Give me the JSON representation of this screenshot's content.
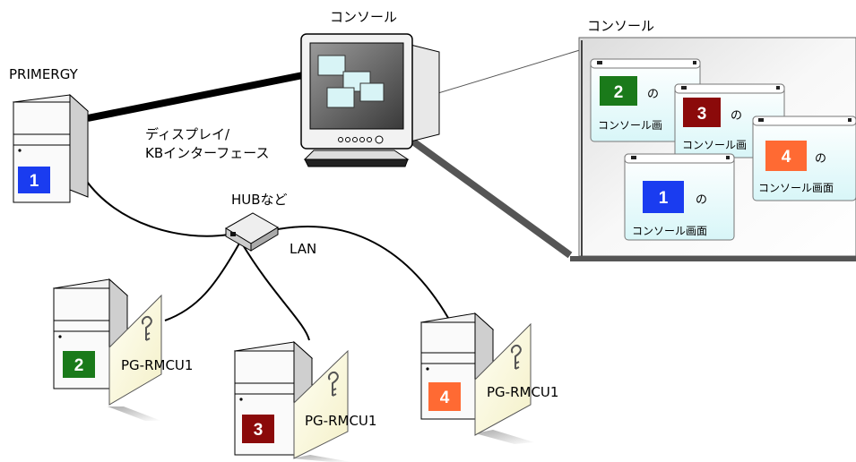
{
  "labels": {
    "primergy": "PRIMERGY",
    "console_top": "コンソール",
    "console_panel": "コンソール",
    "display_kb_line1": "ディスプレイ/",
    "display_kb_line2": "KBインターフェース",
    "hub": "HUBなど",
    "lan": "LAN",
    "card": "PG-RMCU1"
  },
  "servers": [
    {
      "number": "1",
      "color": "#1a3cf0"
    },
    {
      "number": "2",
      "color": "#1a7a1a"
    },
    {
      "number": "3",
      "color": "#8b0a0a"
    },
    {
      "number": "4",
      "color": "#ff6a33"
    }
  ],
  "console_windows": [
    {
      "number": "2",
      "color": "#1a7a1a",
      "suffix": "の",
      "caption": "コンソール画"
    },
    {
      "number": "3",
      "color": "#8b0a0a",
      "suffix": "の",
      "caption": "コンソール画"
    },
    {
      "number": "4",
      "color": "#ff6a33",
      "suffix": "の",
      "caption": "コンソール画面"
    },
    {
      "number": "1",
      "color": "#1a3cf0",
      "suffix": "の",
      "caption": "コンソール画面"
    }
  ]
}
